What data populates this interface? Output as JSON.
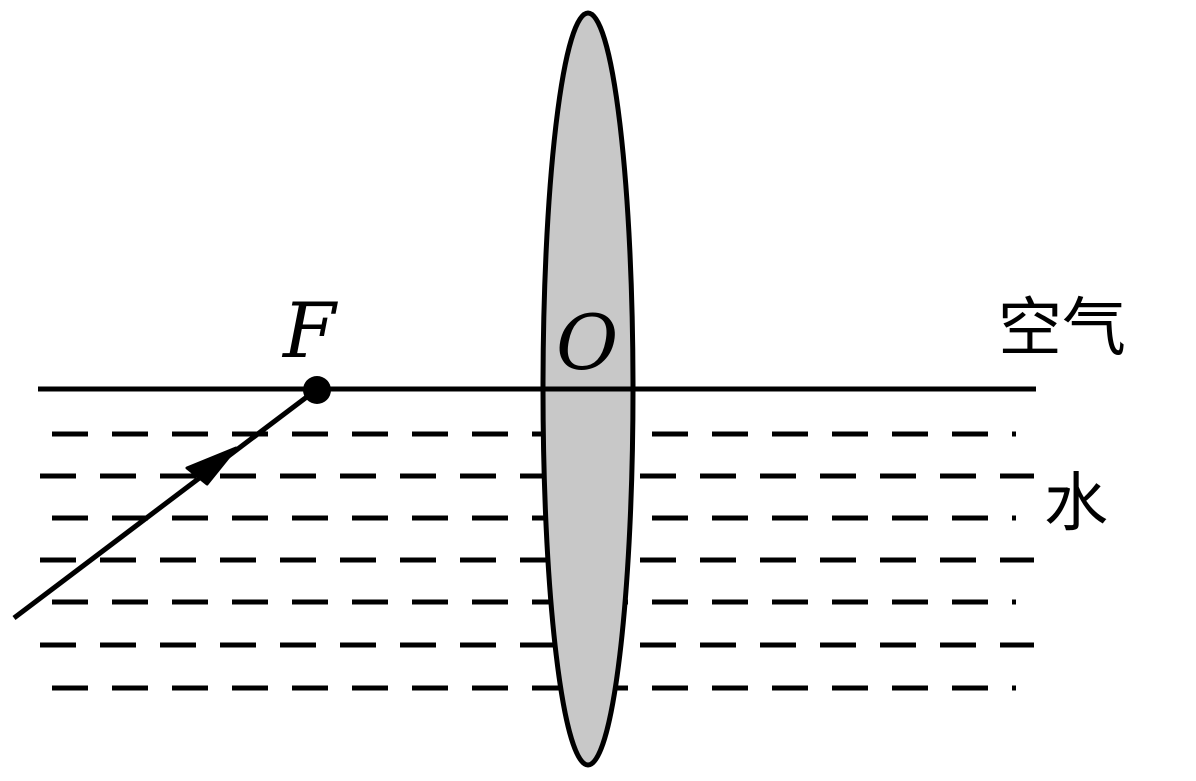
{
  "labels": {
    "focus": "F",
    "optical_center": "O",
    "air": "空气",
    "water": "水"
  },
  "colors": {
    "lens_fill": "#c8c8c8",
    "stroke": "#000000",
    "background": "#ffffff"
  }
}
